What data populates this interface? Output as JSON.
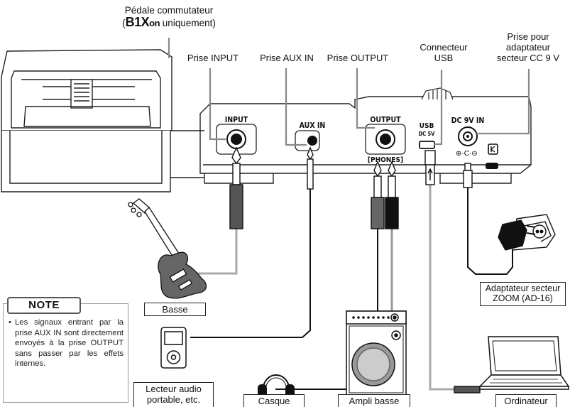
{
  "labels": {
    "pedal_switch_line1": "Pédale commutateur",
    "pedal_switch_paren_open": "(",
    "pedal_switch_logo": "B1X",
    "pedal_switch_logo_suffix": "on",
    "pedal_switch_line2_rest": " uniquement)",
    "input_jack": "Prise INPUT",
    "aux_in_jack": "Prise AUX IN",
    "output_jack": "Prise OUTPUT",
    "usb_line1": "Connecteur",
    "usb_line2": "USB",
    "dc_line1": "Prise pour",
    "dc_line2": "adaptateur",
    "dc_line3": "secteur CC 9 V"
  },
  "panel": {
    "input": "INPUT",
    "aux_in": "AUX IN",
    "output": "OUTPUT",
    "phones": "[PHONES]",
    "usb": "USB",
    "dc5v": "DC 5V",
    "dc9v": "DC 9V IN"
  },
  "devices": {
    "bass": "Basse",
    "adapter_line1": "Adaptateur secteur",
    "adapter_line2": "ZOOM (AD-16)",
    "portable_line1": "Lecteur audio",
    "portable_line2": "portable, etc.",
    "headphones": "Casque",
    "bass_amp": "Ampli basse",
    "computer": "Ordinateur"
  },
  "note": {
    "title": "NOTE",
    "bullet": "•",
    "text": "Les signaux entrant par la prise AUX IN sont directement envoyés à la prise OUTPUT sans passer par les effets internes."
  }
}
